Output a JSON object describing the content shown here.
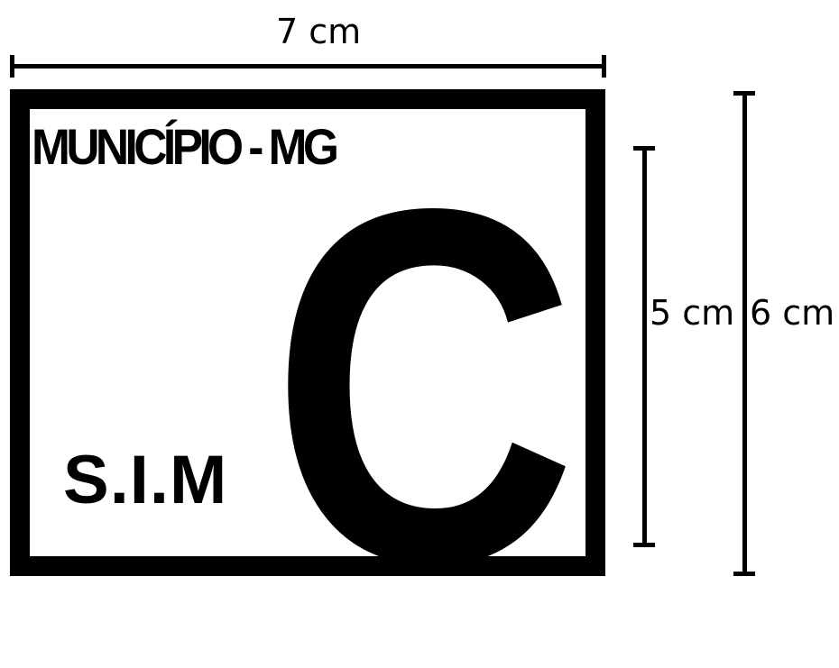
{
  "dimensions": {
    "width_label": "7 cm",
    "inner_height_label": "5 cm",
    "outer_height_label": "6 cm"
  },
  "seal": {
    "municipio": "MUNICÍPIO - MG",
    "sim": "S.I.M",
    "category": "C"
  },
  "colors": {
    "ink": "#000000",
    "background": "#ffffff"
  }
}
